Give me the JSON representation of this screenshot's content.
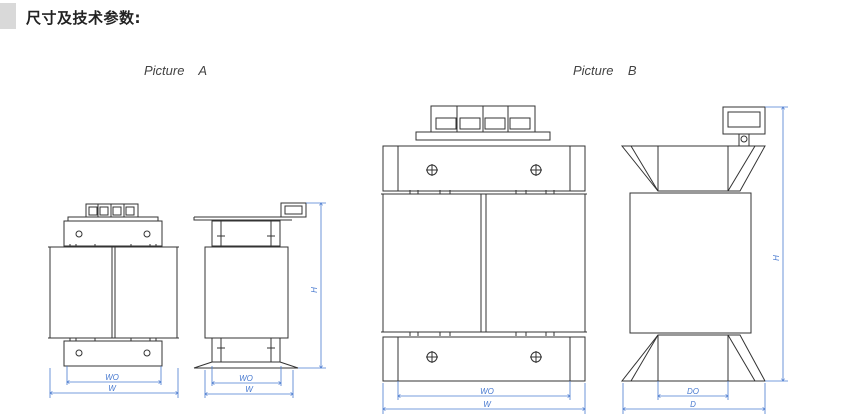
{
  "header": {
    "title": "尺寸及技术参数:"
  },
  "figures": [
    {
      "caption": "Picture    A",
      "front_view": {
        "dims": [
          "WO",
          "W"
        ]
      },
      "side_view": {
        "dims": [
          "WO",
          "W",
          "H"
        ]
      }
    },
    {
      "caption": "Picture    B",
      "front_view": {
        "dims": [
          "WO",
          "W"
        ]
      },
      "side_view": {
        "dims": [
          "DO",
          "D",
          "H"
        ]
      }
    }
  ],
  "colors": {
    "line": "#333333",
    "dimension": "#4a7bd0",
    "header_bar": "#d9d9d9"
  }
}
